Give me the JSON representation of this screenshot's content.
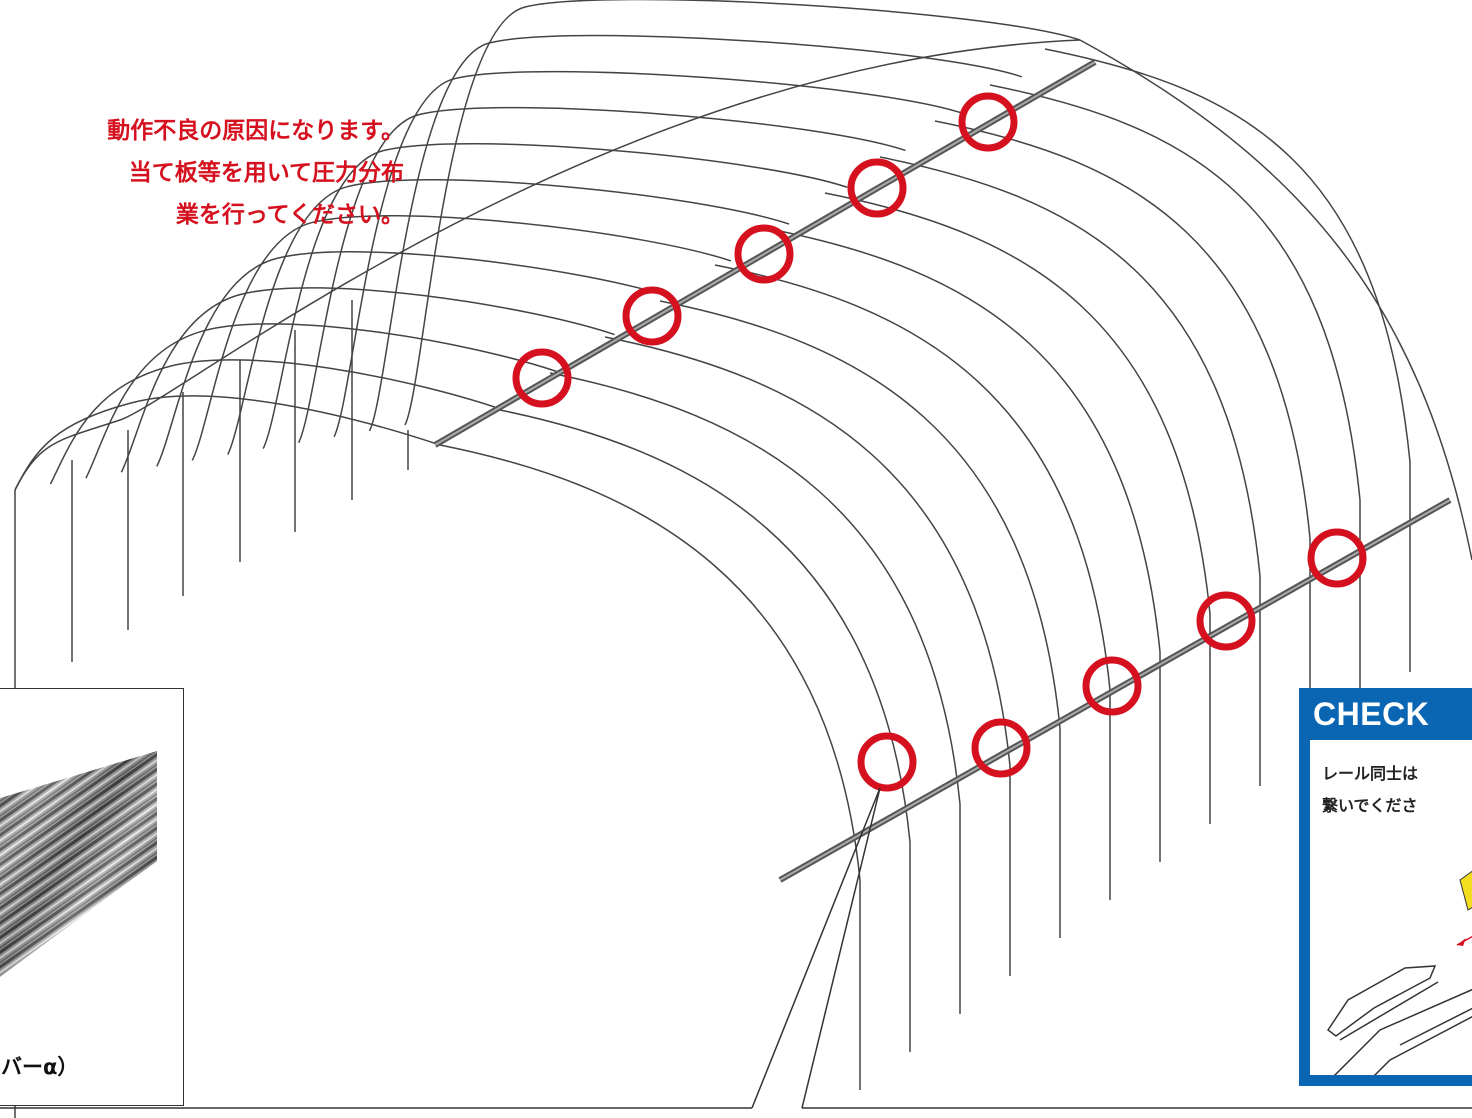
{
  "warning": {
    "line1": "動作不良の原因になります。",
    "line2": "当て板等を用いて圧力分布",
    "line3": "業を行ってください。",
    "color": "#d6111f"
  },
  "inset": {
    "caption": "バーα）"
  },
  "check": {
    "title": "CHECK",
    "line1": "レール同士は",
    "line2": "繋いでくださ",
    "color": "#0a66b3"
  },
  "markers": {
    "color": "#d6111f",
    "count_upper_rail": 5,
    "count_lower_rail": 5
  }
}
